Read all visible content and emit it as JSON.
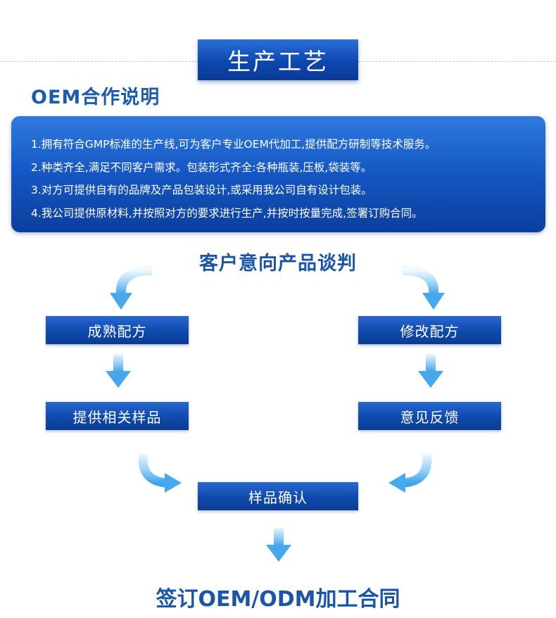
{
  "header": {
    "title": "生产工艺"
  },
  "oem": {
    "heading": "OEM合作说明",
    "lines": [
      "1.拥有符合GMP标准的生产线,可为客户专业OEM代加工,提供配方研制等技术服务。",
      "2.种类齐全,满足不同客户需求。包装形式齐全:各种瓶装,压板,袋装等。",
      "3.对方可提供自有的品牌及产品包装设计,或采用我公司自有设计包装。",
      "4.我公司提供原材料,并按照对方的要求进行生产,并按时按量完成,签署订购合同。"
    ]
  },
  "flow": {
    "start": "客户意向产品谈判",
    "left": [
      "成熟配方",
      "提供相关样品"
    ],
    "right": [
      "修改配方",
      "意见反馈"
    ],
    "confirm": "样品确认",
    "end": "签订OEM/ODM加工合同"
  },
  "colors": {
    "box_blue": "#0f4aad",
    "heading_blue": "#1a55a8",
    "arrow_blue": "#5fb4f5"
  }
}
